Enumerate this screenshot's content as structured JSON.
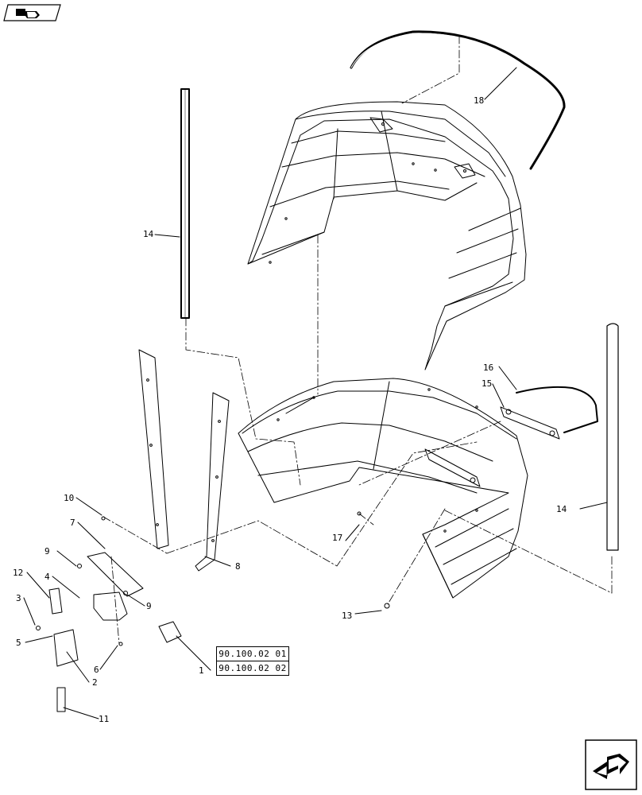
{
  "callouts": {
    "c1": "1",
    "c2": "2",
    "c3": "3",
    "c4": "4",
    "c5": "5",
    "c6": "6",
    "c7": "7",
    "c8": "8",
    "c9a": "9",
    "c9b": "9",
    "c10": "10",
    "c11": "11",
    "c12": "12",
    "c13": "13",
    "c14a": "14",
    "c14b": "14",
    "c15": "15",
    "c16": "16",
    "c17": "17",
    "c18": "18"
  },
  "references": [
    "90.100.02 01",
    "90.100.02 02"
  ],
  "nav": {
    "prev_icon": "book-prev-icon",
    "next_icon": "next-page-arrow-icon"
  },
  "colors": {
    "line": "#000000",
    "background": "#ffffff"
  }
}
